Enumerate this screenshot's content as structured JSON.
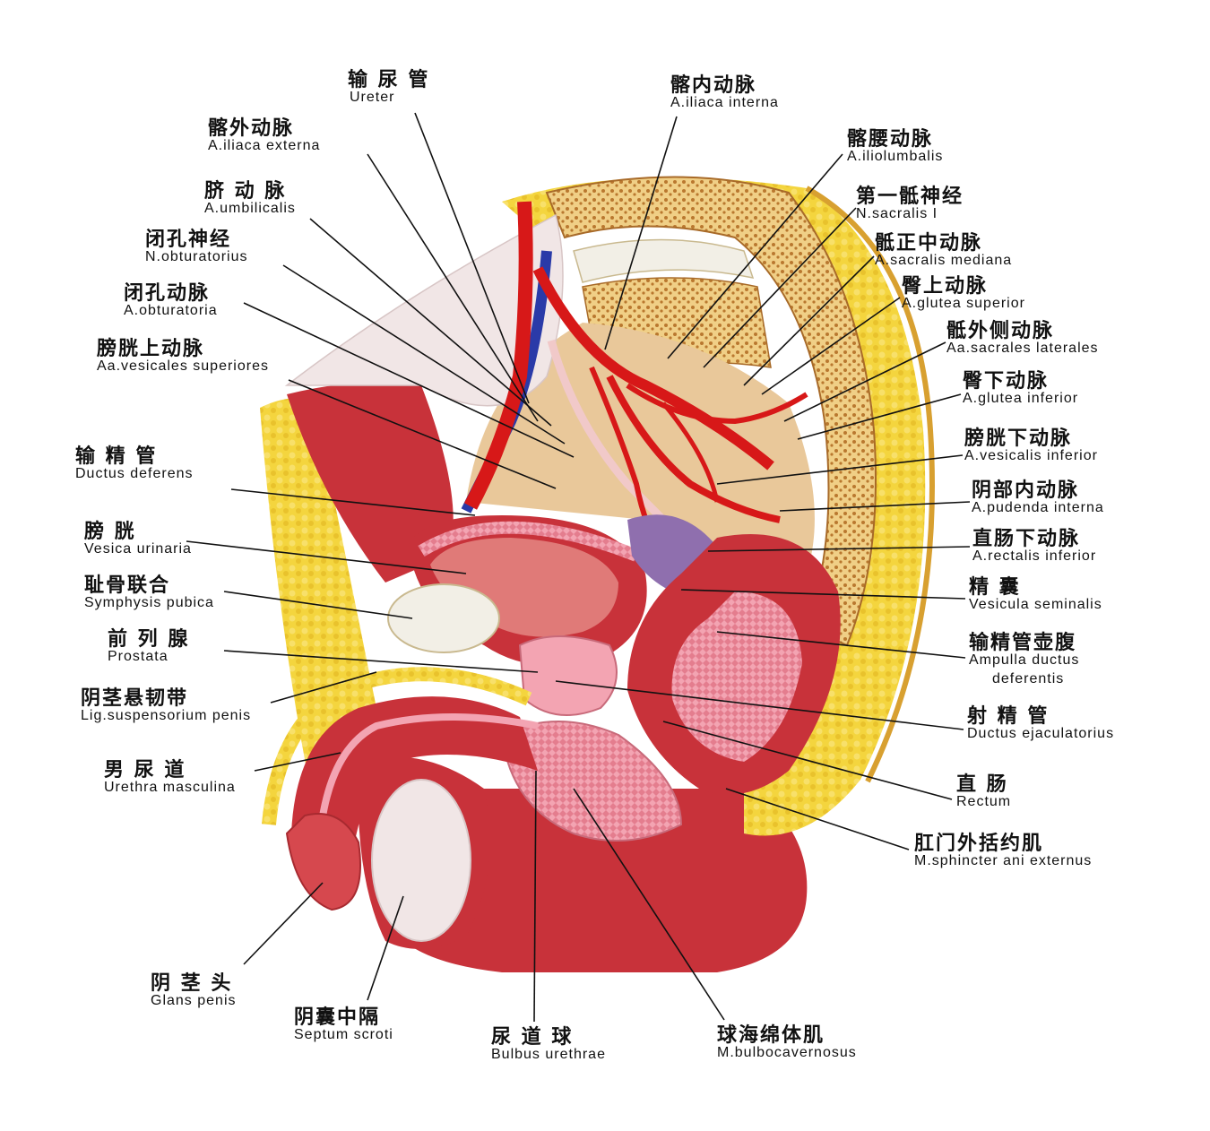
{
  "labels": {
    "ureter": {
      "zh": "输 尿 管",
      "en": "Ureter"
    },
    "iliaca_interna": {
      "zh": "髂内动脉",
      "en": "A.iliaca  interna"
    },
    "iliaca_externa": {
      "zh": "髂外动脉",
      "en": "A.iliaca  externa"
    },
    "iliolumbalis": {
      "zh": "髂腰动脉",
      "en": "A.iliolumbalis"
    },
    "umbilicalis": {
      "zh": "脐 动 脉",
      "en": "A.umbilicalis"
    },
    "sacralis_I": {
      "zh": "第一骶神经",
      "en": "N.sacralis  I"
    },
    "obturatorius": {
      "zh": "闭孔神经",
      "en": "N.obturatorius"
    },
    "sacralis_mediana": {
      "zh": "骶正中动脉",
      "en": "A.sacralis  mediana"
    },
    "obturatoria": {
      "zh": "闭孔动脉",
      "en": "A.obturatoria"
    },
    "glutea_superior": {
      "zh": "臀上动脉",
      "en": "A.glutea  superior"
    },
    "vesicales_superiores": {
      "zh": "膀胱上动脉",
      "en": "Aa.vesicales  superiores"
    },
    "sacrales_laterales": {
      "zh": "骶外侧动脉",
      "en": "Aa.sacrales  laterales"
    },
    "glutea_inferior": {
      "zh": "臀下动脉",
      "en": "A.glutea  inferior"
    },
    "ductus_deferens": {
      "zh": "输 精 管",
      "en": "Ductus  deferens"
    },
    "vesicalis_inferior": {
      "zh": "膀胱下动脉",
      "en": "A.vesicalis  inferior"
    },
    "pudenda_interna": {
      "zh": "阴部内动脉",
      "en": "A.pudenda  interna"
    },
    "vesica_urinaria": {
      "zh": "膀  胱",
      "en": "Vesica  urinaria"
    },
    "rectalis_inferior": {
      "zh": "直肠下动脉",
      "en": "A.rectalis  inferior"
    },
    "symphysis_pubica": {
      "zh": "耻骨联合",
      "en": "Symphysis  pubica"
    },
    "vesicula_seminalis": {
      "zh": "精   囊",
      "en": "Vesicula  seminalis"
    },
    "prostata": {
      "zh": "前 列 腺",
      "en": "Prostata"
    },
    "ampulla": {
      "zh": "输精管壶腹",
      "en": "Ampulla  ductus",
      "en2": "deferentis"
    },
    "lig_suspensorium": {
      "zh": "阴茎悬韧带",
      "en": "Lig.suspensorium  penis"
    },
    "ductus_ejaculatorius": {
      "zh": "射 精 管",
      "en": "Ductus  ejaculatorius"
    },
    "urethra": {
      "zh": "男 尿 道",
      "en": "Urethra  masculina"
    },
    "rectum": {
      "zh": "直    肠",
      "en": "Rectum"
    },
    "sphincter_ani": {
      "zh": "肛门外括约肌",
      "en": "M.sphincter  ani  externus"
    },
    "glans_penis": {
      "zh": "阴 茎 头",
      "en": "Glans  penis"
    },
    "septum_scroti": {
      "zh": "阴囊中隔",
      "en": "Septum  scroti"
    },
    "bulbus_urethrae": {
      "zh": "尿 道 球",
      "en": "Bulbus  urethrae"
    },
    "bulbocavernosus": {
      "zh": "球海绵体肌",
      "en": "M.bulbocavernosus"
    }
  },
  "colors": {
    "muscle": "#c8323a",
    "muscle_light": "#e07a78",
    "fat": "#f3d23c",
    "bone": "#e9c07a",
    "bone_spongy": "#c98a3e",
    "artery": "#d71818",
    "vein": "#2a3aa8",
    "mucosa": "#f2a9b4",
    "pale": "#f1e6e6",
    "leader": "#111111"
  }
}
